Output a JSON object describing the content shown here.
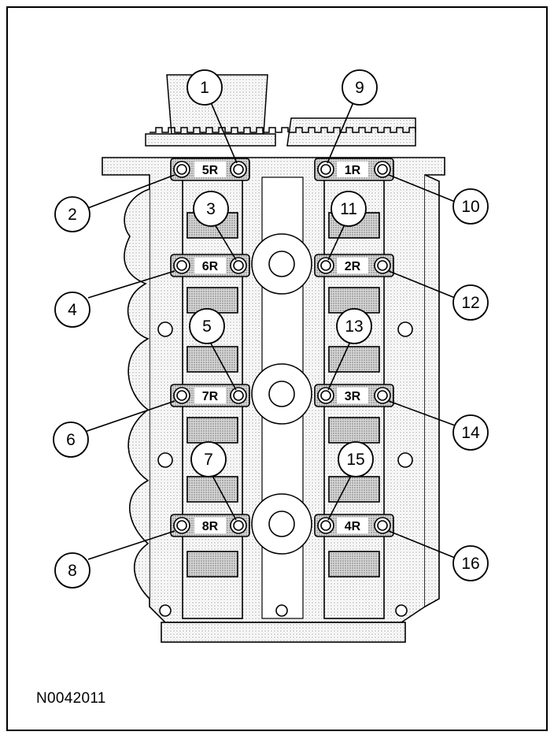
{
  "figure": {
    "code": "N0042011",
    "caps": [
      {
        "id": "cap-5r",
        "label": "5R"
      },
      {
        "id": "cap-1r",
        "label": "1R"
      },
      {
        "id": "cap-6r",
        "label": "6R"
      },
      {
        "id": "cap-2r",
        "label": "2R"
      },
      {
        "id": "cap-7r",
        "label": "7R"
      },
      {
        "id": "cap-3r",
        "label": "3R"
      },
      {
        "id": "cap-8r",
        "label": "8R"
      },
      {
        "id": "cap-4r",
        "label": "4R"
      }
    ],
    "callouts": [
      "1",
      "2",
      "3",
      "4",
      "5",
      "6",
      "7",
      "8",
      "9",
      "10",
      "11",
      "12",
      "13",
      "14",
      "15",
      "16"
    ]
  },
  "colors": {
    "ink": "#000000",
    "paper": "#ffffff",
    "shade": "#cfcfcf",
    "stipple": "#a8a8a8"
  }
}
